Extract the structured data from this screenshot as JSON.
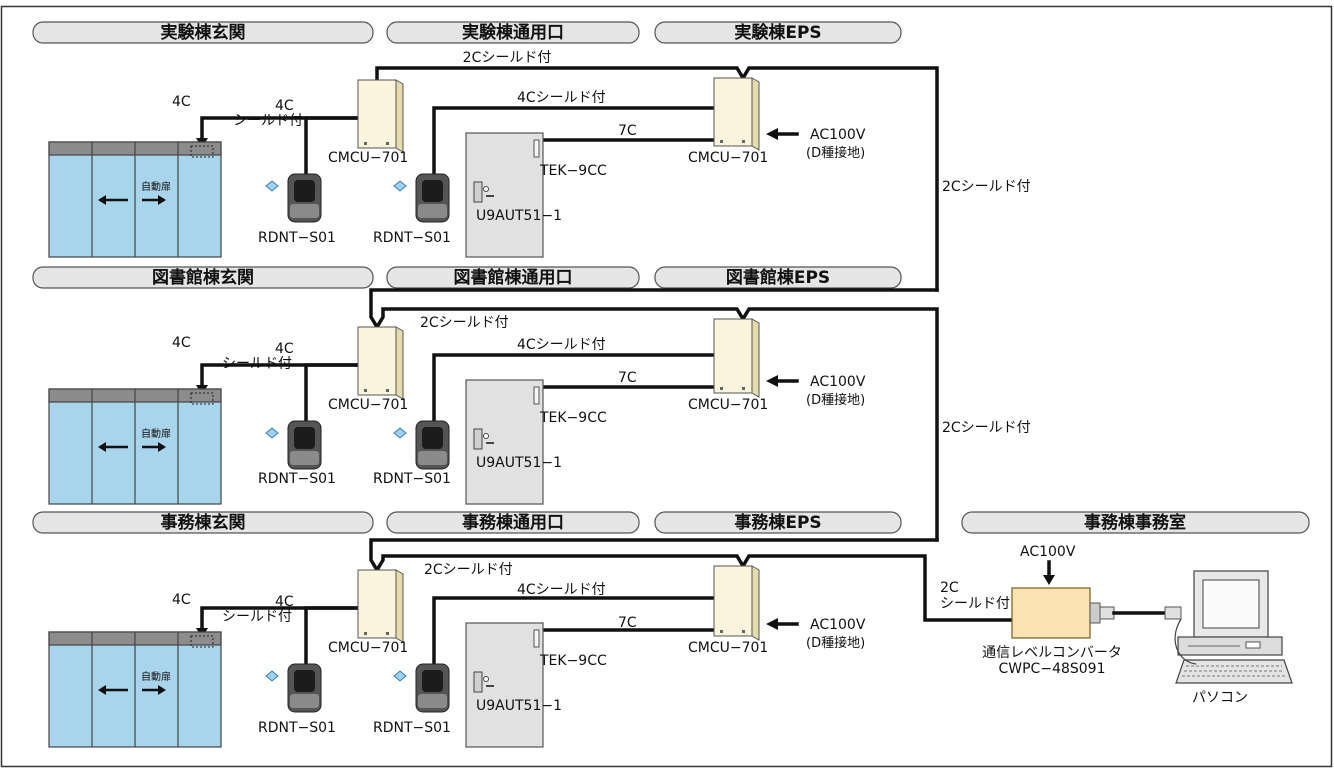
{
  "headers": {
    "jikken_genkan": "実験棟玄関",
    "jikken_tsuyo": "実験棟通用口",
    "jikken_eps": "実験棟EPS",
    "tosho_genkan": "図書館棟玄関",
    "tosho_tsuyo": "図書館棟通用口",
    "tosho_eps": "図書館棟EPS",
    "jimu_genkan": "事務棟玄関",
    "jimu_tsuyo": "事務棟通用口",
    "jimu_eps": "事務棟EPS",
    "jimu_jimushitsu": "事務棟事務室"
  },
  "cables": {
    "c2_shield": "2Cシールド付",
    "c4_shield": "4Cシールド付",
    "c7": "7C",
    "c4": "4C",
    "c4_short": "4C",
    "shield_tsuki": "シールド付",
    "c2": "2C"
  },
  "devices": {
    "controller": "CMCU−701",
    "reader": "RDNT−S01",
    "lock": "U9AUT51−1",
    "hinge": "TEK−9CC",
    "auto_door": "自動扉",
    "power": "AC100V",
    "ground": "(D種接地)",
    "converter_name": "通信レベルコンバータ",
    "converter_model": "CWPC−48S091",
    "pc": "パソコン"
  }
}
